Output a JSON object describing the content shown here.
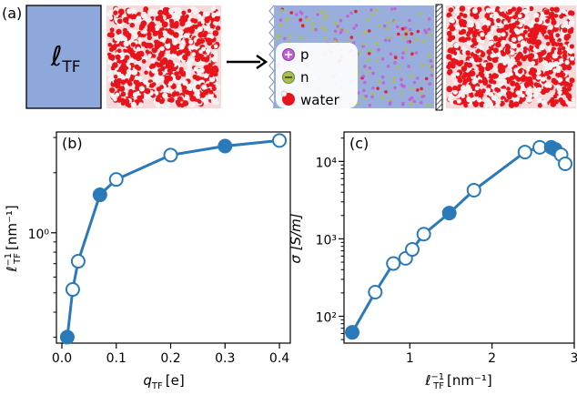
{
  "panel_a": {
    "label": "(a)",
    "tf_box_label": "ℓ",
    "tf_box_sub": "TF",
    "legend": {
      "p": "p",
      "n": "n",
      "water": "water"
    },
    "colors": {
      "tf_box": "#8fa8dc",
      "water_o": "#e8141c",
      "water_h": "#f2f2f2",
      "p_ion": "#c060d8",
      "n_ion": "#a8c050"
    }
  },
  "chart_data": [
    {
      "panel": "(b)",
      "type": "line",
      "xlabel_main": "q",
      "xlabel_sub": "TF",
      "xlabel_unit": "[e]",
      "ylabel_main": "ℓ",
      "ylabel_sup": "−1",
      "ylabel_sub": "TF",
      "ylabel_unit": "[nm⁻¹]",
      "xlim": [
        -0.01,
        0.42
      ],
      "ylog": true,
      "xticks": [
        "0.0",
        "0.1",
        "0.2",
        "0.3",
        "0.4"
      ],
      "ytick_label": "10⁰",
      "x": [
        0.01,
        0.02,
        0.03,
        0.07,
        0.1,
        0.2,
        0.3,
        0.4
      ],
      "y": [
        0.3,
        0.52,
        0.72,
        1.55,
        1.85,
        2.45,
        2.72,
        2.9
      ],
      "filled": [
        true,
        false,
        false,
        true,
        false,
        false,
        true,
        false
      ],
      "line_color": "#2a7ab9"
    },
    {
      "panel": "(c)",
      "type": "line",
      "xlabel_main": "ℓ",
      "xlabel_sup": "−1",
      "xlabel_sub": "TF",
      "xlabel_unit": "[nm⁻¹]",
      "ylabel": "σ [S/m]",
      "ylog": true,
      "xlim": [
        0.2,
        3.0
      ],
      "xticks": [
        "1",
        "2",
        "3"
      ],
      "yticks": [
        "10²",
        "10³",
        "10⁴"
      ],
      "x": [
        0.3,
        0.58,
        0.8,
        0.95,
        1.03,
        1.17,
        1.48,
        1.78,
        2.4,
        2.58,
        2.72,
        2.77,
        2.84,
        2.89
      ],
      "y": [
        62,
        205,
        480,
        560,
        730,
        1150,
        2150,
        4250,
        13200,
        15200,
        15200,
        14300,
        12200,
        9300
      ],
      "filled": [
        true,
        false,
        false,
        false,
        false,
        false,
        true,
        false,
        false,
        false,
        true,
        true,
        false,
        false
      ],
      "line_color": "#2a7ab9"
    }
  ]
}
